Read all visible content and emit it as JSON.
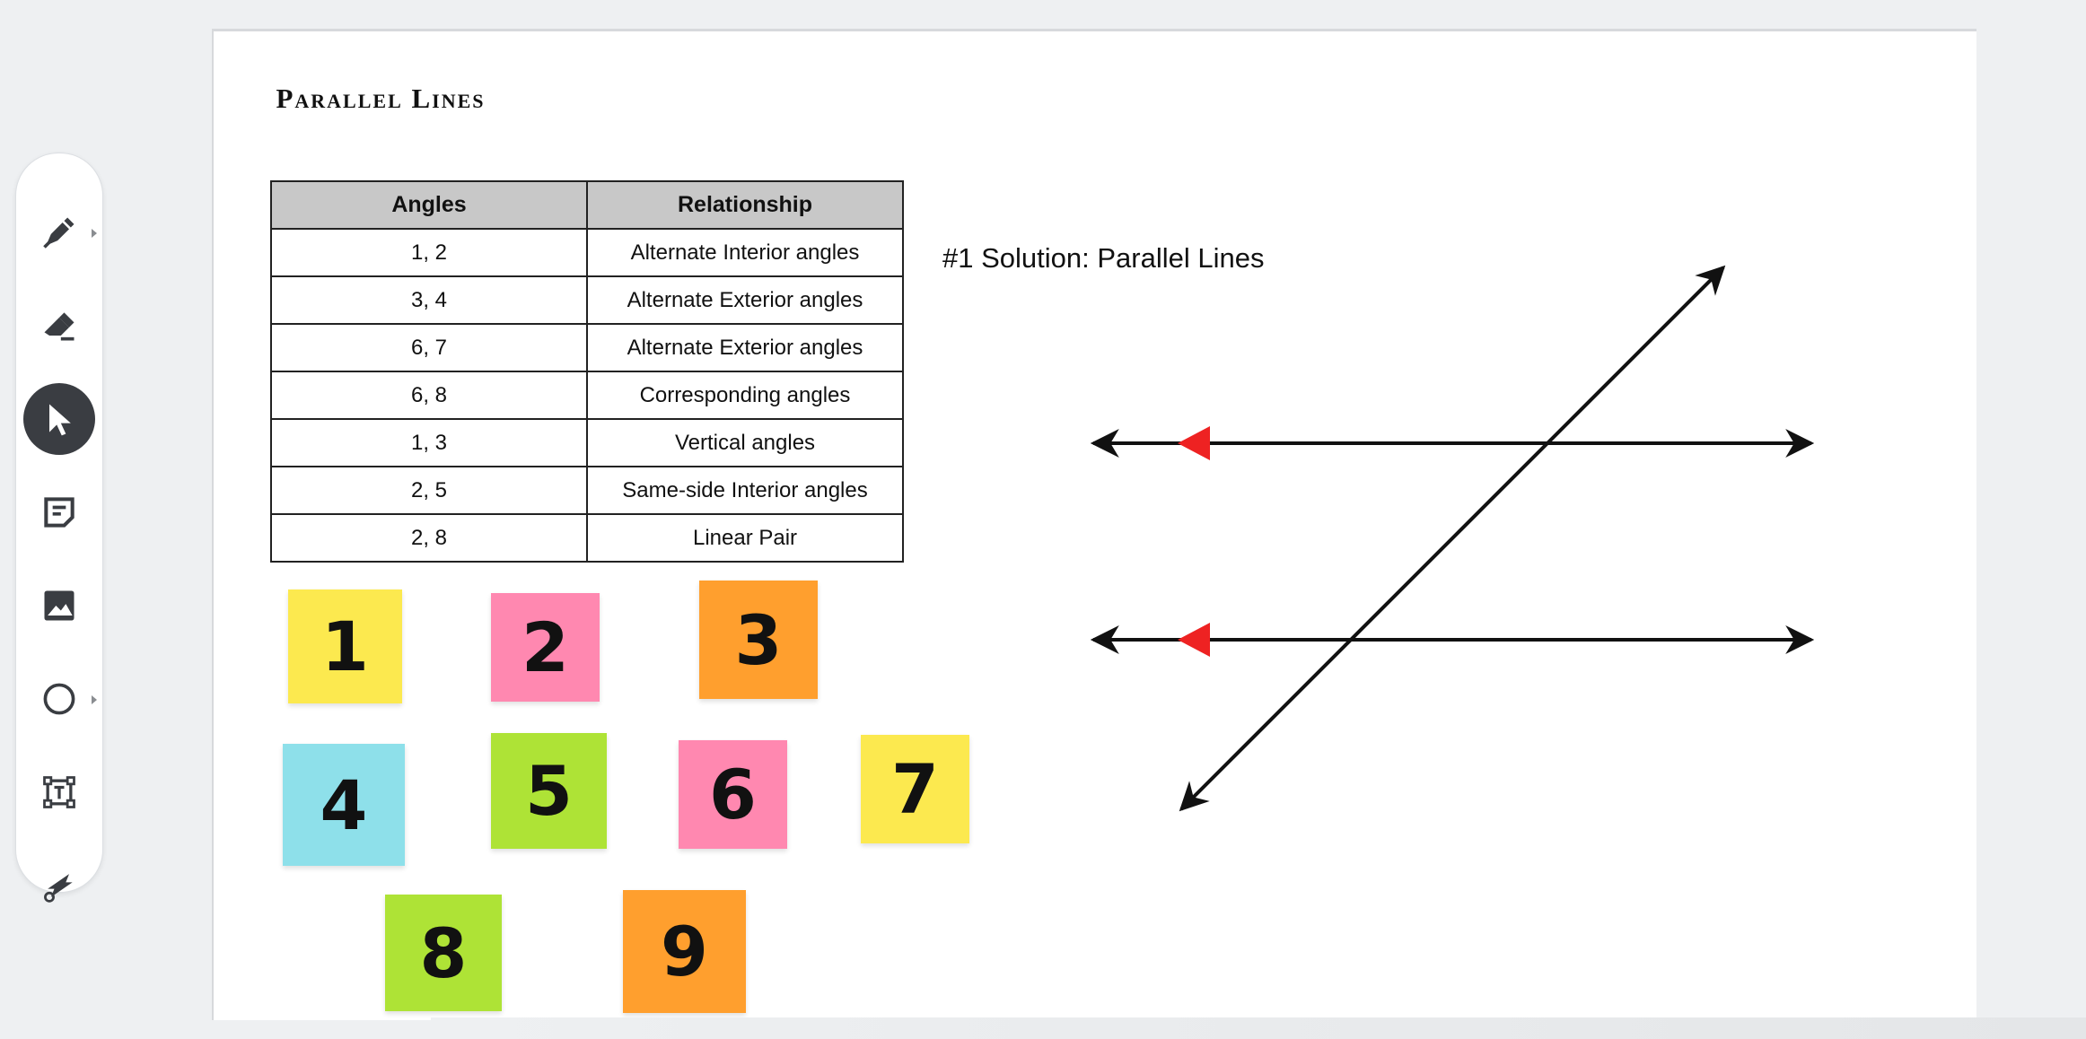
{
  "toolbar": {
    "tools": [
      {
        "name": "pen-tool",
        "icon": "pen-icon",
        "active": false,
        "has_submenu": true
      },
      {
        "name": "eraser-tool",
        "icon": "eraser-icon",
        "active": false,
        "has_submenu": false
      },
      {
        "name": "select-tool",
        "icon": "cursor-icon",
        "active": true,
        "has_submenu": false
      },
      {
        "name": "sticky-note-tool",
        "icon": "sticky-note-icon",
        "active": false,
        "has_submenu": false
      },
      {
        "name": "image-tool",
        "icon": "image-icon",
        "active": false,
        "has_submenu": false
      },
      {
        "name": "shape-tool",
        "icon": "circle-icon",
        "active": false,
        "has_submenu": true
      },
      {
        "name": "text-tool",
        "icon": "text-box-icon",
        "active": false,
        "has_submenu": false
      },
      {
        "name": "laser-tool",
        "icon": "laser-icon",
        "active": false,
        "has_submenu": false
      }
    ]
  },
  "canvas": {
    "title": "Parallel Lines",
    "table": {
      "headers": [
        "Angles",
        "Relationship"
      ],
      "rows": [
        [
          "1, 2",
          "Alternate Interior angles"
        ],
        [
          "3, 4",
          "Alternate Exterior angles"
        ],
        [
          "6, 7",
          "Alternate Exterior angles"
        ],
        [
          "6, 8",
          "Corresponding angles"
        ],
        [
          "1, 3",
          "Vertical angles"
        ],
        [
          "2, 5",
          "Same-side Interior angles"
        ],
        [
          "2, 8",
          "Linear Pair"
        ]
      ]
    },
    "solution_label": "#1 Solution: Parallel Lines",
    "parallel_marker_color": "#ee2222",
    "stickies": [
      {
        "label": "1",
        "color": "#fce94f"
      },
      {
        "label": "2",
        "color": "#ff88b0"
      },
      {
        "label": "3",
        "color": "#ff9f2e"
      },
      {
        "label": "4",
        "color": "#8ee0ea"
      },
      {
        "label": "5",
        "color": "#aee336"
      },
      {
        "label": "6",
        "color": "#ff88b0"
      },
      {
        "label": "7",
        "color": "#fce94f"
      },
      {
        "label": "8",
        "color": "#aee336"
      },
      {
        "label": "9",
        "color": "#ff9f2e"
      }
    ]
  }
}
